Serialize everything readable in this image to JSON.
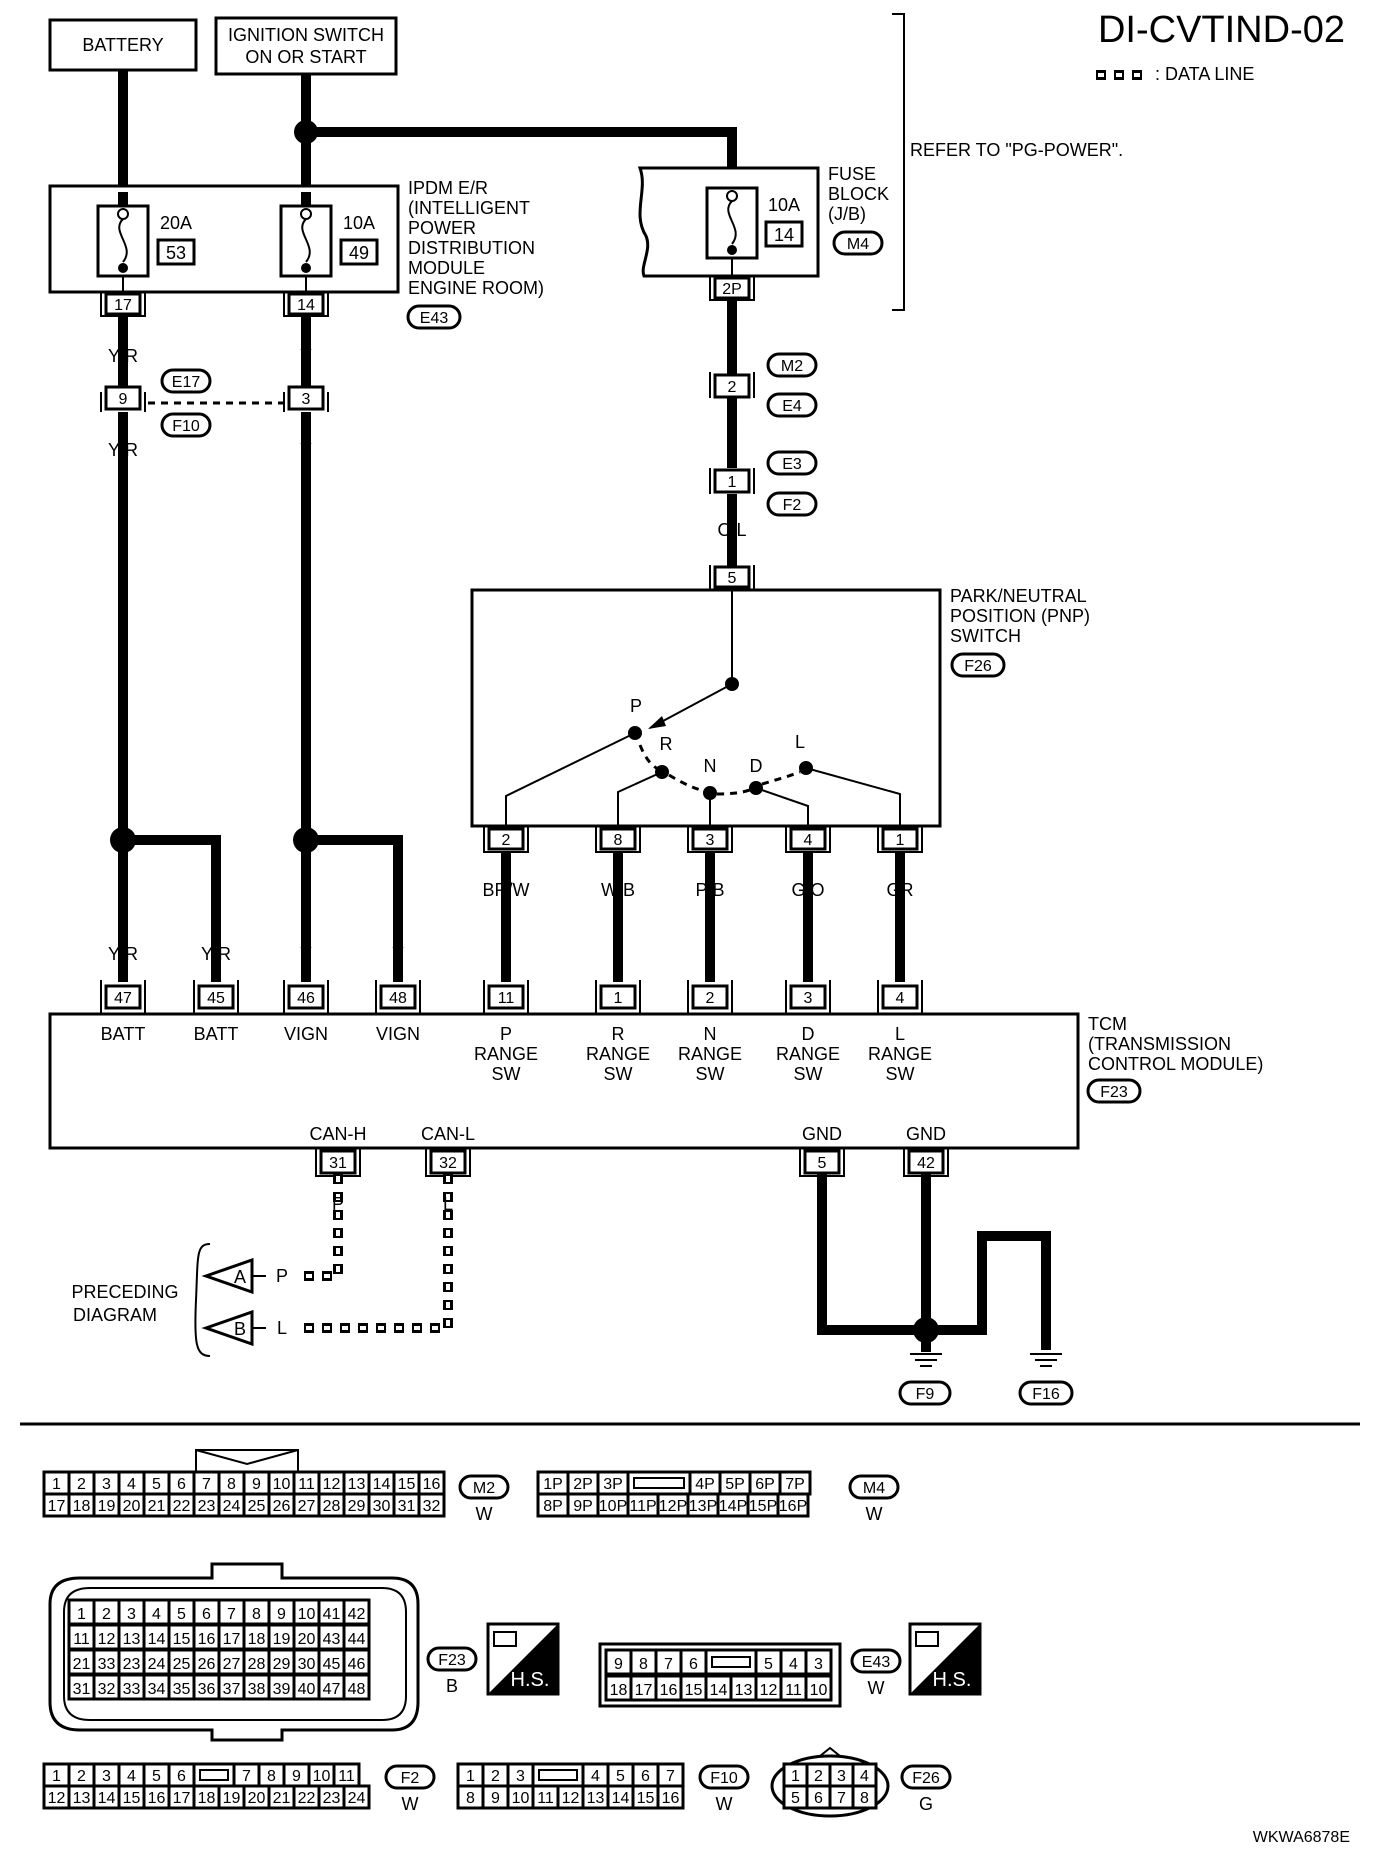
{
  "title": "DI-CVTIND-02",
  "legend": {
    "label": ": DATA LINE"
  },
  "refer_note": "REFER TO \"PG-POWER\".",
  "battery": "BATTERY",
  "ignition": {
    "line1": "IGNITION SWITCH",
    "line2": "ON OR START"
  },
  "ipdm": {
    "name_lines": [
      "IPDM E/R",
      "(INTELLIGENT",
      "POWER",
      "DISTRIBUTION",
      "MODULE",
      "ENGINE ROOM)"
    ],
    "connector": "E43",
    "fuses": [
      {
        "amp": "20A",
        "num": "53",
        "pin": "17"
      },
      {
        "amp": "10A",
        "num": "49",
        "pin": "14"
      }
    ]
  },
  "fuse_block": {
    "name_lines": [
      "FUSE",
      "BLOCK",
      "(J/B)"
    ],
    "connector": "M4",
    "amp": "10A",
    "num": "14",
    "pin": "2P"
  },
  "wires": {
    "yr": "Y/R",
    "y": "Y",
    "p": "P",
    "ol": "O/L",
    "b": "B",
    "l": "L"
  },
  "joint_connectors": [
    {
      "pin": "9",
      "tags": [
        "E17",
        "F10"
      ]
    },
    {
      "pin": "3"
    },
    {
      "pin": "2",
      "tags": [
        "M2",
        "E4"
      ]
    },
    {
      "pin": "1",
      "tags": [
        "E3",
        "F2"
      ]
    }
  ],
  "pnp": {
    "name_lines": [
      "PARK/NEUTRAL",
      "POSITION (PNP)",
      "SWITCH"
    ],
    "connector": "F26",
    "input_pin": "5",
    "positions": [
      "P",
      "R",
      "N",
      "D",
      "L"
    ],
    "pins": [
      {
        "pin": "2",
        "wire": "BR/W"
      },
      {
        "pin": "8",
        "wire": "W/B"
      },
      {
        "pin": "3",
        "wire": "P/B"
      },
      {
        "pin": "4",
        "wire": "G/O"
      },
      {
        "pin": "1",
        "wire": "GR"
      }
    ]
  },
  "tcm": {
    "name_lines": [
      "TCM",
      "(TRANSMISSION",
      "CONTROL MODULE)"
    ],
    "connector": "F23",
    "top_pins": [
      {
        "pin": "47",
        "label": [
          "BATT"
        ]
      },
      {
        "pin": "45",
        "label": [
          "BATT"
        ]
      },
      {
        "pin": "46",
        "label": [
          "VIGN"
        ]
      },
      {
        "pin": "48",
        "label": [
          "VIGN"
        ]
      },
      {
        "pin": "11",
        "label": [
          "P",
          "RANGE",
          "SW"
        ]
      },
      {
        "pin": "1",
        "label": [
          "R",
          "RANGE",
          "SW"
        ]
      },
      {
        "pin": "2",
        "label": [
          "N",
          "RANGE",
          "SW"
        ]
      },
      {
        "pin": "3",
        "label": [
          "D",
          "RANGE",
          "SW"
        ]
      },
      {
        "pin": "4",
        "label": [
          "L",
          "RANGE",
          "SW"
        ]
      }
    ],
    "bottom_pins": [
      {
        "pin": "31",
        "label": "CAN-H"
      },
      {
        "pin": "32",
        "label": "CAN-L"
      },
      {
        "pin": "5",
        "label": "GND"
      },
      {
        "pin": "42",
        "label": "GND"
      }
    ]
  },
  "preceding": {
    "lines": [
      "PRECEDING",
      "DIAGRAM"
    ],
    "a": "A",
    "b": "B"
  },
  "grounds": [
    "F9",
    "F16"
  ],
  "connector_views": {
    "m2": {
      "id": "M2",
      "color": "W",
      "row1": [
        "1",
        "2",
        "3",
        "4",
        "5",
        "6",
        "7",
        "8",
        "9",
        "10",
        "11",
        "12",
        "13",
        "14",
        "15",
        "16"
      ],
      "row2": [
        "17",
        "18",
        "19",
        "20",
        "21",
        "22",
        "23",
        "24",
        "25",
        "26",
        "27",
        "28",
        "29",
        "30",
        "31",
        "32"
      ]
    },
    "m4": {
      "id": "M4",
      "color": "W",
      "row1": [
        "1P",
        "2P",
        "3P",
        "",
        "4P",
        "5P",
        "6P",
        "7P"
      ],
      "row2": [
        "8P",
        "9P",
        "10P",
        "11P",
        "12P",
        "13P",
        "14P",
        "15P",
        "16P"
      ]
    },
    "f23": {
      "id": "F23",
      "color": "B",
      "rows": [
        [
          "1",
          "2",
          "3",
          "4",
          "5",
          "6",
          "7",
          "8",
          "9",
          "10",
          "41",
          "42"
        ],
        [
          "11",
          "12",
          "13",
          "14",
          "15",
          "16",
          "17",
          "18",
          "19",
          "20",
          "43",
          "44"
        ],
        [
          "21",
          "33",
          "23",
          "24",
          "25",
          "26",
          "27",
          "28",
          "29",
          "30",
          "45",
          "46"
        ],
        [
          "31",
          "32",
          "33",
          "34",
          "35",
          "36",
          "37",
          "38",
          "39",
          "40",
          "47",
          "48"
        ]
      ]
    },
    "e43": {
      "id": "E43",
      "color": "W",
      "row1": [
        "9",
        "8",
        "7",
        "6",
        "",
        "5",
        "4",
        "3"
      ],
      "row2": [
        "18",
        "17",
        "16",
        "15",
        "14",
        "13",
        "12",
        "11",
        "10"
      ]
    },
    "hs": "H.S.",
    "f2": {
      "id": "F2",
      "color": "W",
      "row1": [
        "1",
        "2",
        "3",
        "4",
        "5",
        "6",
        "",
        "7",
        "8",
        "9",
        "10",
        "11"
      ],
      "row2": [
        "12",
        "13",
        "14",
        "15",
        "16",
        "17",
        "18",
        "19",
        "20",
        "21",
        "22",
        "23",
        "24"
      ]
    },
    "f10": {
      "id": "F10",
      "color": "W",
      "row1": [
        "1",
        "2",
        "3",
        "",
        "4",
        "5",
        "6",
        "7"
      ],
      "row2": [
        "8",
        "9",
        "10",
        "11",
        "12",
        "13",
        "14",
        "15",
        "16"
      ]
    },
    "f26": {
      "id": "F26",
      "color": "G",
      "row1": [
        "1",
        "2",
        "3",
        "4"
      ],
      "row2": [
        "5",
        "6",
        "7",
        "8"
      ]
    }
  },
  "code": "WKWA6878E"
}
